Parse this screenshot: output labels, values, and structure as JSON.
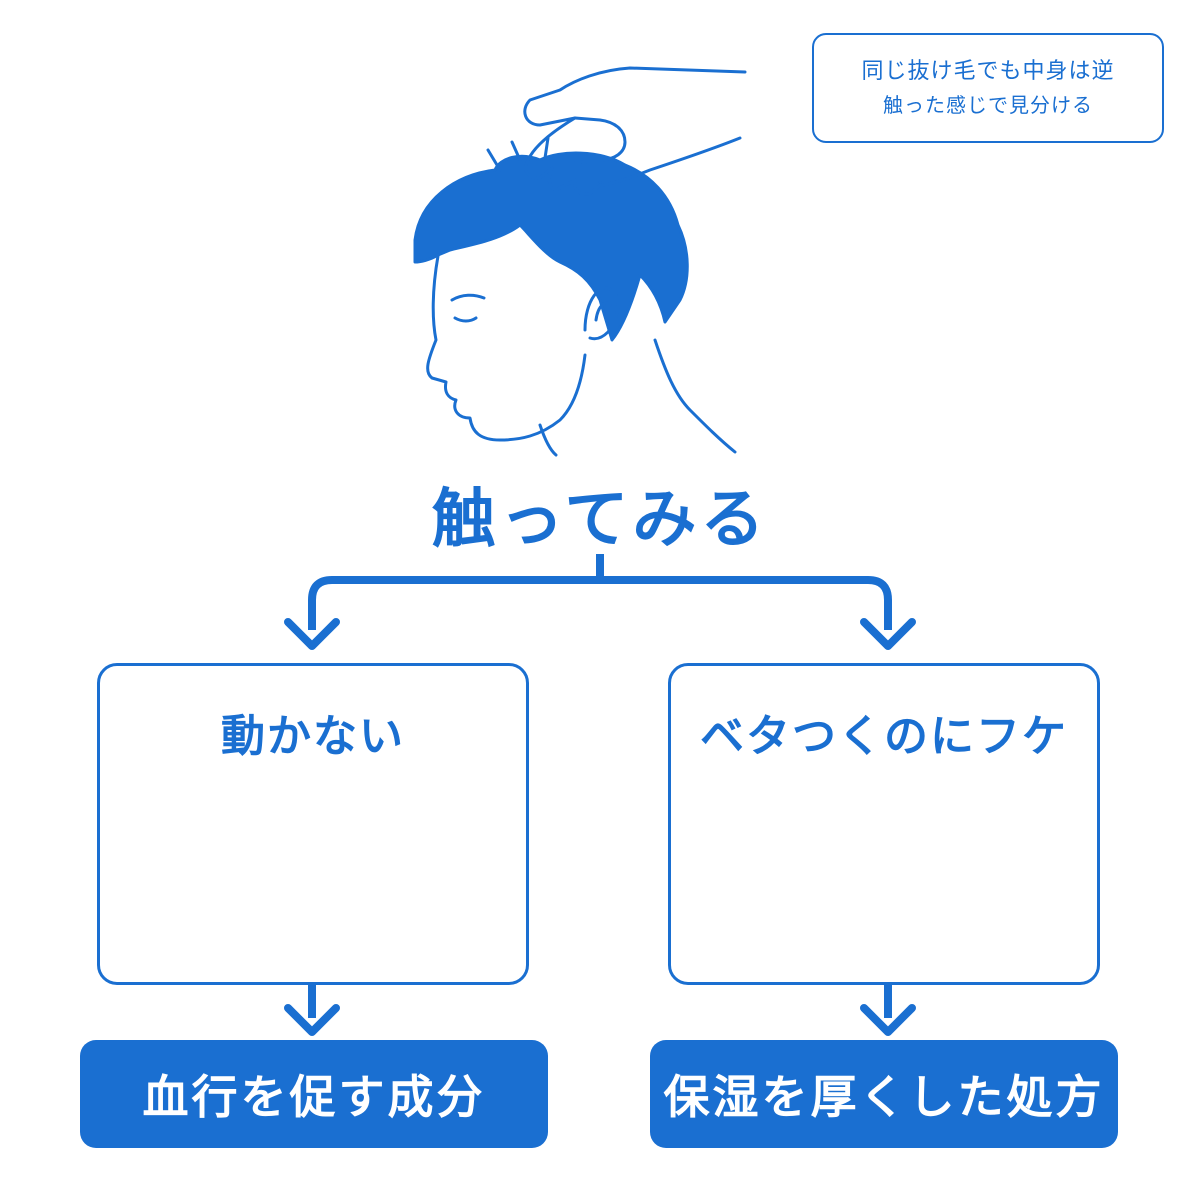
{
  "note": {
    "line1": "同じ抜け毛でも中身は逆",
    "line2": "触った感じで見分ける"
  },
  "title": "触ってみる",
  "branches": [
    {
      "label": "動かない",
      "result": "血行を促す成分"
    },
    {
      "label": "ベタつくのにフケ",
      "result": "保湿を厚くした処方"
    }
  ],
  "icons": {
    "top": "head-touch-illustration",
    "left": "constricted-vessel-icon",
    "right": "cracked-skin-with-oil-drop-icon"
  },
  "colors": {
    "accent": "#1a6fd1",
    "background": "#ffffff",
    "result_text": "#ffffff"
  }
}
